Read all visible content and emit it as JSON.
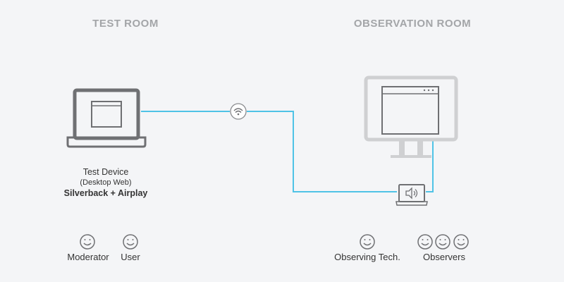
{
  "rooms": {
    "test": "TEST ROOM",
    "observation": "OBSERVATION ROOM"
  },
  "device": {
    "line1": "Test Device",
    "line2": "(Desktop Web)",
    "line3": "Silverback + Airplay"
  },
  "people": {
    "moderator": "Moderator",
    "user": "User",
    "observing_tech": "Observing Tech.",
    "observers": "Observers"
  },
  "icons": [
    "laptop-icon",
    "wifi-icon",
    "monitor-icon",
    "speaker-laptop-icon",
    "smiley-icon"
  ],
  "colors": {
    "connection": "#4fc3e6",
    "device": "#6f7073",
    "monitor": "#cfd0d2",
    "title": "#a3a5a8",
    "background": "#f4f5f7"
  }
}
